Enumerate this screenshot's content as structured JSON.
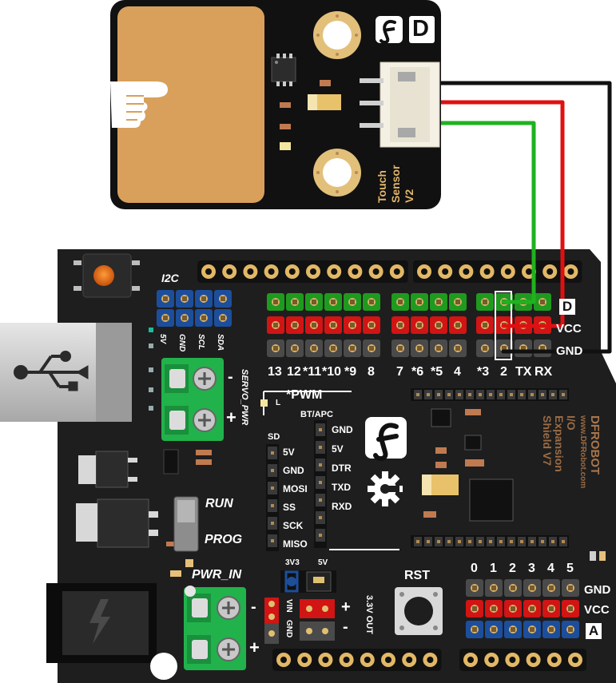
{
  "sensor": {
    "name_lines": [
      "Touch",
      "Sensor",
      "V2"
    ],
    "logo_letter": "D",
    "brand_glyph": "f",
    "indicator": "pointing-hand-icon"
  },
  "shield": {
    "i2c_label": "I2C",
    "i2c_pins": [
      "5V",
      "GND",
      "SCL",
      "SDA"
    ],
    "servo_label": "SERVO_PWR",
    "servo_minus": "-",
    "servo_plus": "+",
    "digital_pins": [
      "13",
      "12",
      "*11",
      "*10",
      "*9",
      "8",
      "7",
      "*6",
      "*5",
      "4",
      "*3",
      "2",
      "TX",
      "RX"
    ],
    "row_badge": "D",
    "row_vcc": "VCC",
    "row_gnd": "GND",
    "led_label": "L",
    "pwm_note": "*PWM",
    "sd_label": "SD",
    "sd_pins": [
      "5V",
      "GND",
      "MOSI",
      "SS",
      "SCK",
      "MISO"
    ],
    "bt_label": "BT/APC",
    "bt_pins": [
      "GND",
      "5V",
      "DTR",
      "TXD",
      "RXD"
    ],
    "run_label": "RUN",
    "prog_label": "PROG",
    "pwr_in_label": "PWR_IN",
    "pwr_minus": "-",
    "pwr_plus": "+",
    "jumper_3v3": "3V3",
    "jumper_5v": "5V",
    "vin_label": "VIN",
    "gnd_small": "GND",
    "out_label": "3.3V OUT",
    "out_plus": "+",
    "out_minus": "-",
    "rst_label": "RST",
    "analog_pins": [
      "0",
      "1",
      "2",
      "3",
      "4",
      "5"
    ],
    "analog_gnd": "GND",
    "analog_vcc": "VCC",
    "analog_badge": "A",
    "brand_vertical": [
      "DFROBOT",
      "www.DFRobot.com",
      "I/O Expansion",
      "Shield V7"
    ]
  },
  "colors": {
    "sensor_pcb": "#111111",
    "touch_pad": "#d9a05b",
    "board": "#1e1e1e",
    "terminal": "#21b24b",
    "wire_green": "#1fb21f",
    "wire_red": "#e01010",
    "wire_black": "#111111",
    "header_green": "#1f9a1f",
    "header_red": "#d11414",
    "header_gray": "#4a4a4a",
    "header_blue": "#1d4e9c",
    "gold": "#c8a25a"
  }
}
